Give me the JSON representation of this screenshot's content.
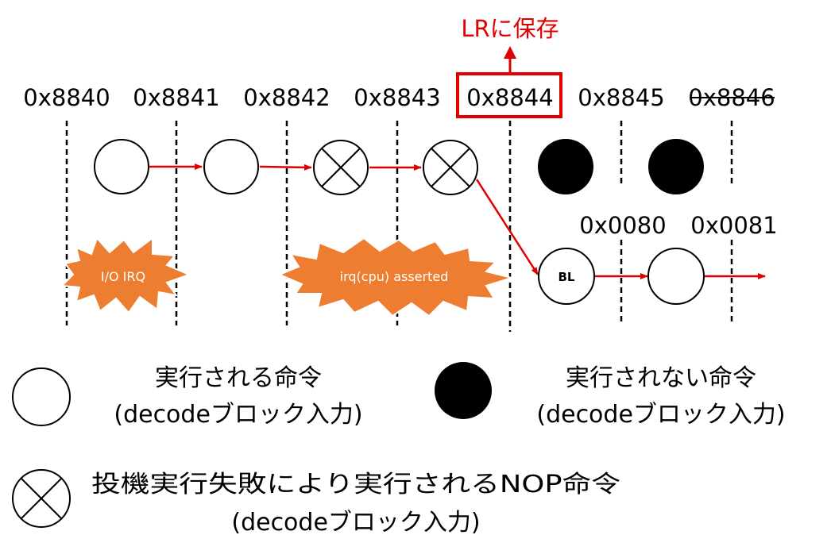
{
  "addresses": {
    "a8840": "0x8840",
    "a8841": "0x8841",
    "a8842": "0x8842",
    "a8843": "0x8843",
    "a8844": "0x8844",
    "a8845": "0x8845",
    "a8846": "0x8846",
    "a0080": "0x0080",
    "a0081": "0x0081"
  },
  "lr_label": "LRに保存",
  "bursts": {
    "io_irq": "I/O IRQ",
    "irq_cpu": "irq(cpu) asserted"
  },
  "bl_label": "BL",
  "legend": {
    "executed_line1": "実行される命令",
    "executed_line2": "(decodeブロック入力)",
    "not_executed_line1": "実行されない命令",
    "not_executed_line2": "(decodeブロック入力)",
    "nop_line1": "投機実行失敗により実行されるNOP命令",
    "nop_line2": "(decodeブロック入力)"
  },
  "colors": {
    "arrow": "#e00000",
    "burst_fill": "#ed7d31",
    "burst_stroke": "#ffffff",
    "highlight_box": "#e00000",
    "executed_fill": "#ffffff",
    "not_executed_fill": "#000000"
  }
}
